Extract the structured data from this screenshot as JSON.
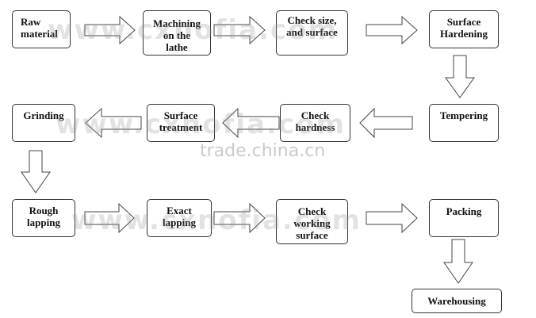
{
  "steps": {
    "raw_material": "Raw\nmaterial",
    "machining": "Machining\non the\nlathe",
    "check_size": "Check size,\nand surface",
    "surface_hardening": "Surface\nHardening",
    "tempering": "Tempering",
    "check_hardness": "Check\nhardness",
    "surface_treatment": "Surface\ntreatment",
    "grinding": "Grinding",
    "rough_lapping": "Rough\nlapping",
    "exact_lapping": "Exact\nlapping",
    "check_working_surface": "Check\nworking\nsurface",
    "packing": "Packing",
    "warehousing": "Warehousing"
  },
  "watermarks": {
    "brand": "www.cxnofia.com",
    "site": "trade.china.cn"
  },
  "colors": {
    "box_border": "#333333",
    "arrow_stroke": "#444444",
    "watermark": "#969696"
  }
}
